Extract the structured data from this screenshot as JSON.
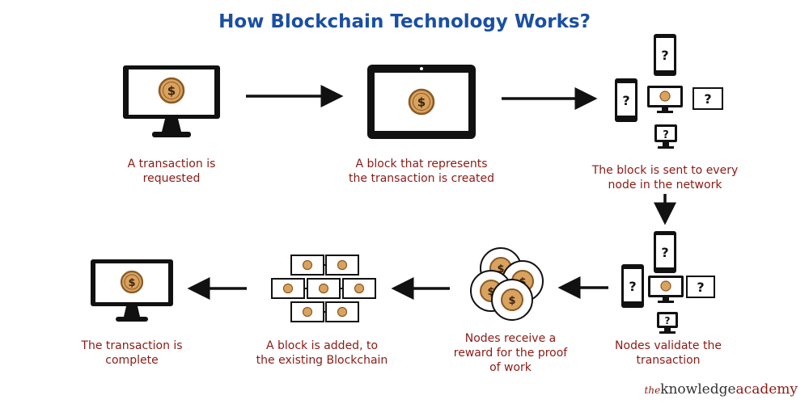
{
  "title": "How Blockchain Technology Works?",
  "steps": [
    {
      "lines": [
        "A transaction is",
        "requested"
      ]
    },
    {
      "lines": [
        "A block that represents",
        "the transaction is created"
      ]
    },
    {
      "lines": [
        "The block is sent to every",
        "node in the network"
      ]
    },
    {
      "lines": [
        "Nodes validate the",
        "transaction"
      ]
    },
    {
      "lines": [
        "Nodes receive a",
        "reward for the proof",
        "of work"
      ]
    },
    {
      "lines": [
        "A block is added, to",
        "the existing Blockchain"
      ]
    },
    {
      "lines": [
        "The transaction is",
        "complete"
      ]
    }
  ],
  "symbols": {
    "coin": "$",
    "unknown": "?"
  },
  "brand": {
    "prefix": "the",
    "mid": "knowledge",
    "suffix": "academy"
  },
  "colors": {
    "title": "#1a4fa3",
    "caption": "#8b1a14",
    "coin_fill": "#d9a35f",
    "coin_edge": "#8a5a24",
    "device": "#111111"
  }
}
